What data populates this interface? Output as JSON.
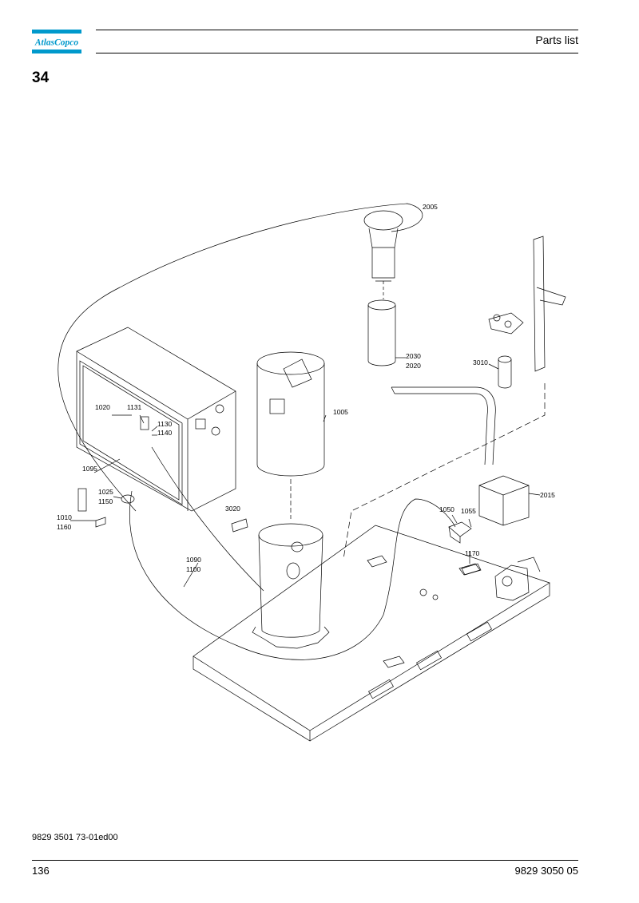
{
  "brand": {
    "logo_text": "AtlasCopco",
    "color": "#0099cc"
  },
  "header": {
    "title": "Parts list"
  },
  "section": {
    "number": "34"
  },
  "callouts": {
    "c2005": "2005",
    "c2030": "2030",
    "c2020": "2020",
    "c3010": "3010",
    "c1005": "1005",
    "c1020": "1020",
    "c1131": "1131",
    "c1130": "1130",
    "c1140": "1140",
    "c1095": "1095",
    "c1025": "1025",
    "c1150": "1150",
    "c1010": "1010",
    "c1160": "1160",
    "c3020": "3020",
    "c1050": "1050",
    "c1055": "1055",
    "c2015": "2015",
    "c1170": "1170",
    "c1090": "1090",
    "c1100": "1100"
  },
  "footer": {
    "doc_ref": "9829 3501 73-01ed00",
    "page_number": "136",
    "book_number": "9829 3050 05"
  }
}
